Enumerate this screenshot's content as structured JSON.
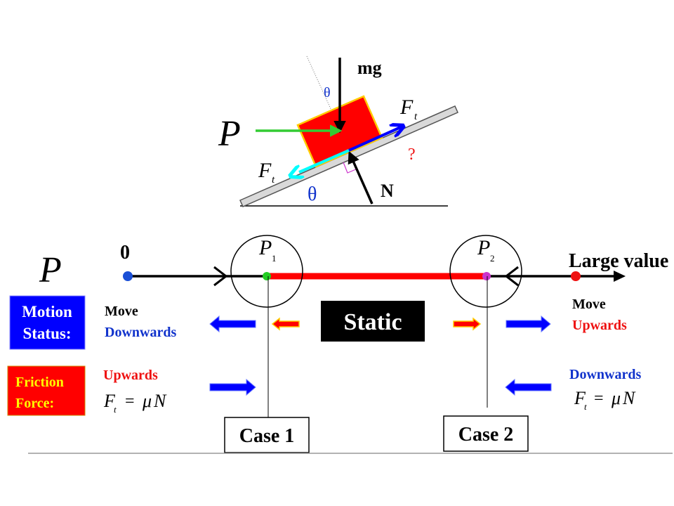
{
  "incline": {
    "force_mg": "mg",
    "force_N": "N",
    "force_P": "P",
    "friction_up_main": "F",
    "friction_up_sub": "t",
    "friction_down_main": "F",
    "friction_down_sub": "t",
    "angle_top": "θ",
    "angle_base": "θ",
    "unknown": "?"
  },
  "axis": {
    "variable": "P",
    "zero_label": "0",
    "large_label": "Large value",
    "p1_main": "P",
    "p1_sub": "1",
    "p2_main": "P",
    "p2_sub": "2"
  },
  "static_box": "Static",
  "motion_status": {
    "line1": "Motion",
    "line2": "Status:"
  },
  "friction_force": {
    "line1": "Friction",
    "line2": "Force:"
  },
  "left_column": {
    "move_word": "Move",
    "direction": "Downwards",
    "friction_direction": "Upwards",
    "formula": {
      "F": "F",
      "sub": "t",
      "eq": "=",
      "mu": "μ",
      "N": "N"
    }
  },
  "right_column": {
    "move_word": "Move",
    "direction": "Upwards",
    "friction_direction": "Downwards",
    "formula": {
      "F": "F",
      "sub": "t",
      "eq": "=",
      "mu": "μ",
      "N": "N"
    }
  },
  "case_1": "Case 1",
  "case_2": "Case 2",
  "colors": {
    "block": "#ff0000",
    "block_border": "#ffcc00",
    "push_arrow": "#33cc33",
    "friction_up_arrow": "#0000ff",
    "friction_down_arrow": "#00ffff",
    "static_bar": "#ff0000",
    "p1_dot": "#22cc22",
    "p2_dot": "#cc33cc",
    "zero_dot": "#1a4fd6",
    "large_dot": "#ee1111",
    "motion_status_bg": "#0000ff",
    "friction_force_bg": "#ff0000",
    "friction_force_text": "#ffff00",
    "blue_text": "#1133cc",
    "red_text": "#ee1111"
  }
}
